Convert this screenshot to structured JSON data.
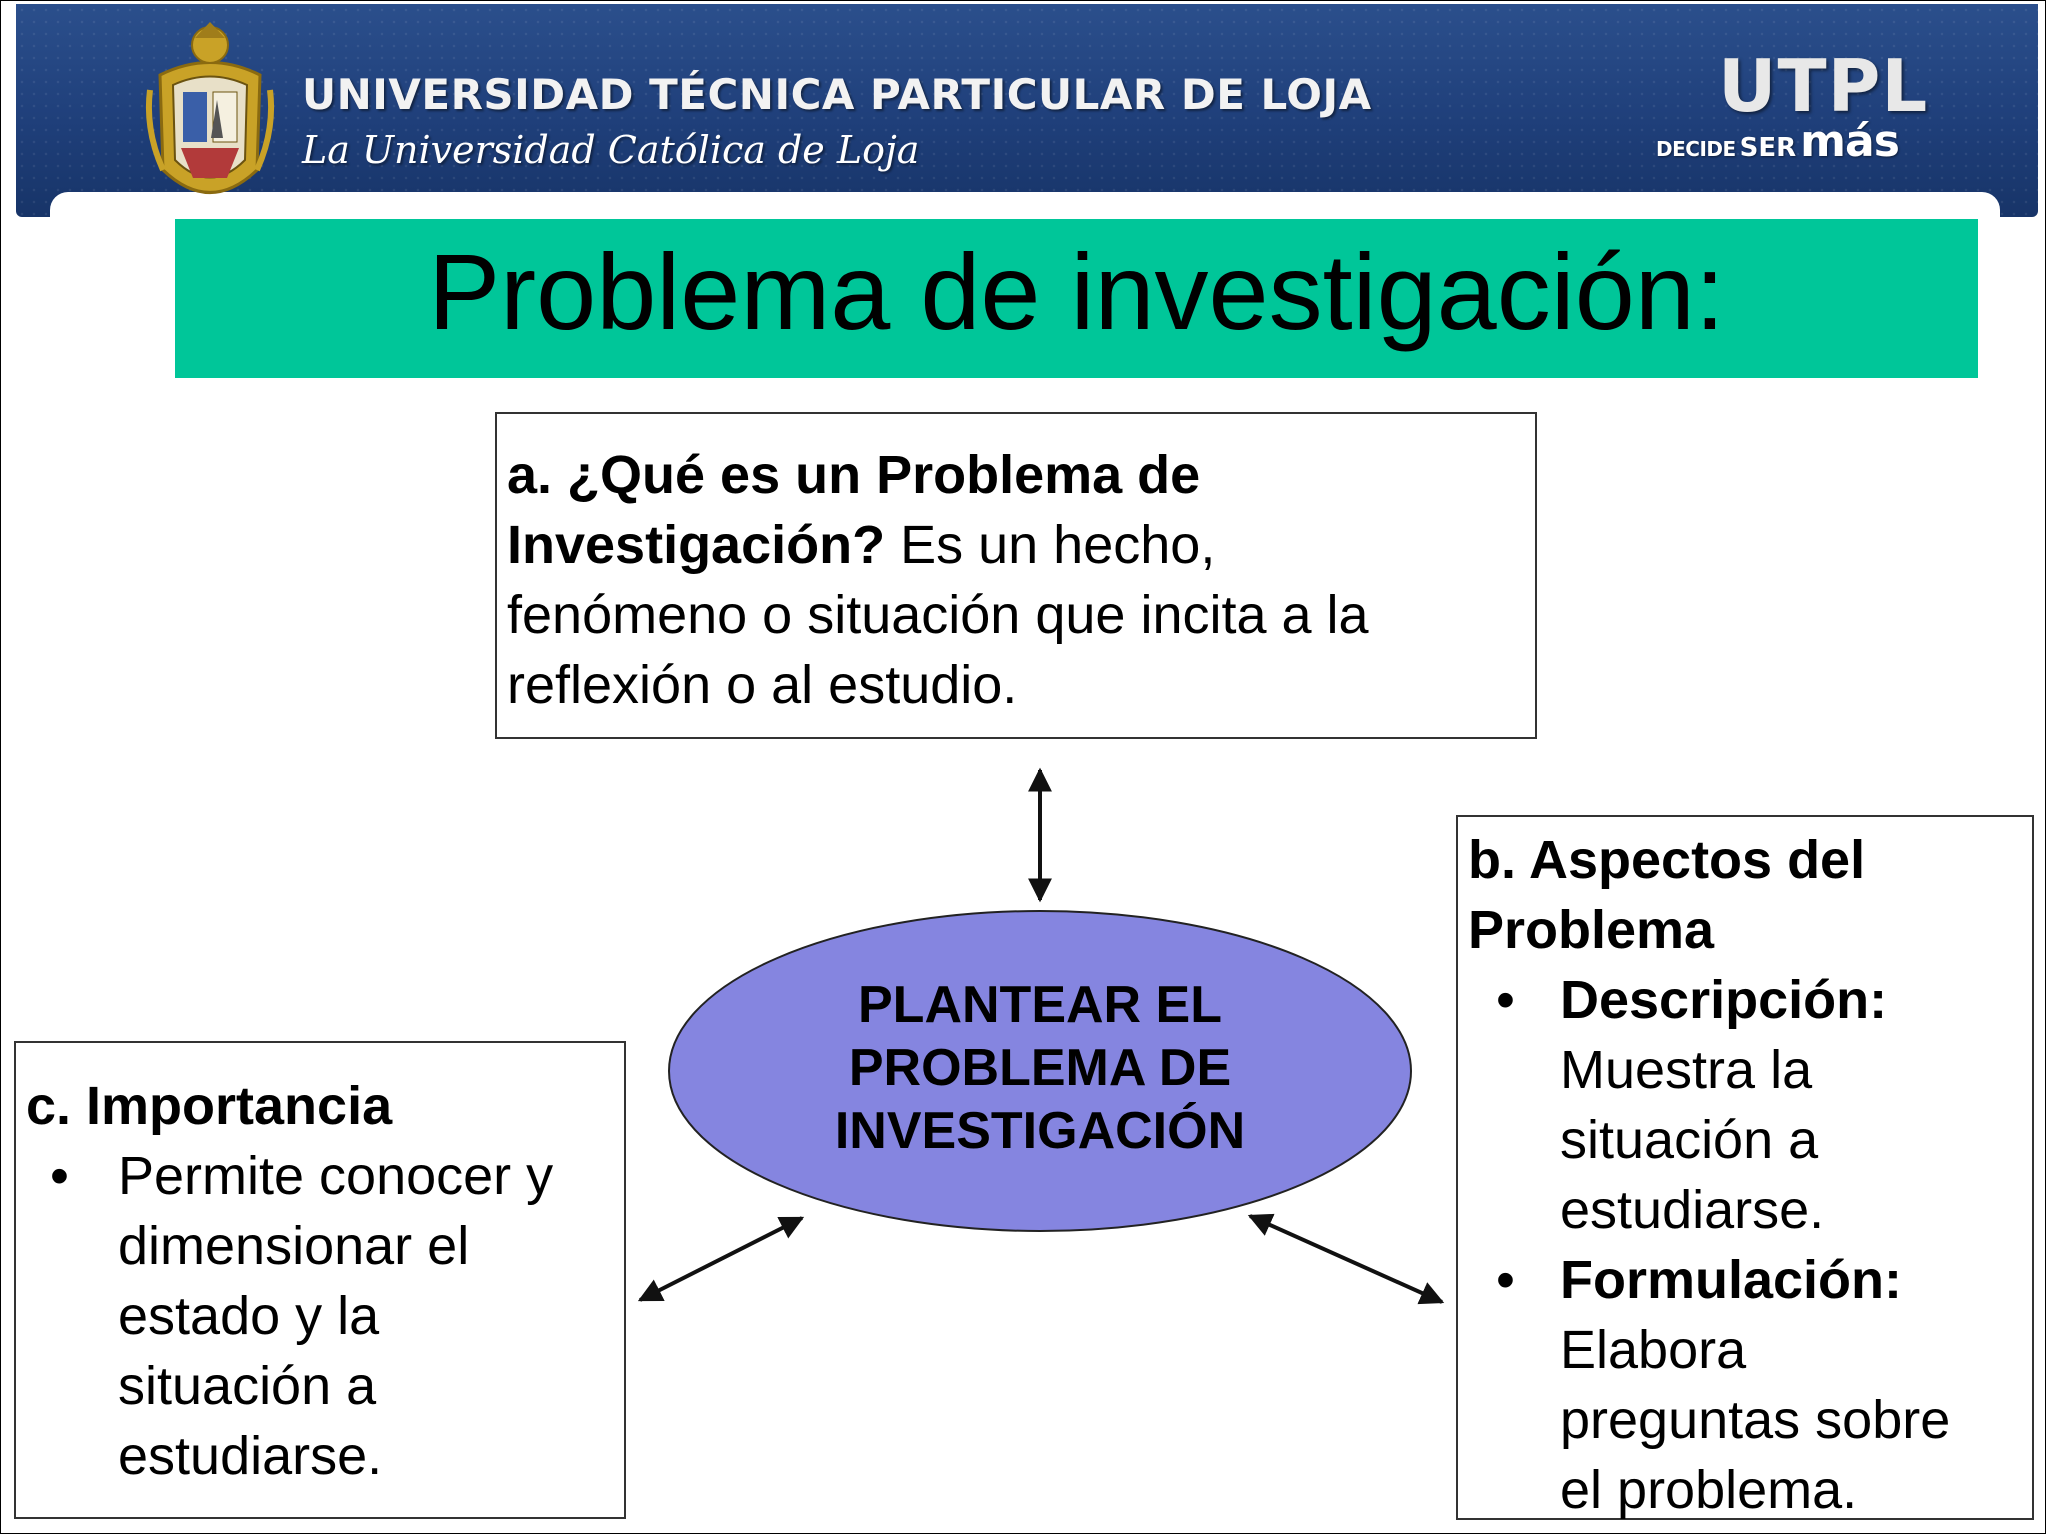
{
  "header": {
    "university_name": "UNIVERSIDAD TÉCNICA PARTICULAR DE LOJA",
    "university_subtitle": "La Universidad Católica de Loja",
    "logo_text": "UTPL",
    "tagline_small": "DECIDE",
    "tagline_mid": "SER",
    "tagline_big": "más",
    "crest_icon": "university-crest-icon"
  },
  "title": "Problema de investigación:",
  "colors": {
    "banner": "#1f3f7a",
    "title_bar": "#00c699",
    "ellipse_fill": "#8585e0"
  },
  "center": {
    "line1": "PLANTEAR EL",
    "line2": "PROBLEMA DE",
    "line3": "INVESTIGACIÓN"
  },
  "box_a": {
    "heading_line1": "a. ¿Qué es un Problema de",
    "heading_line2": "Investigación?",
    "text_line2": " Es un hecho,",
    "text_line3": "fenómeno o situación que incita a la",
    "text_line4": "reflexión o al estudio."
  },
  "box_b": {
    "heading_line1": "b. Aspectos del",
    "heading_line2": "Problema",
    "bullet": "•",
    "items": [
      {
        "label": "Descripción:",
        "lines": [
          "Muestra la",
          "situación a",
          "estudiarse."
        ]
      },
      {
        "label": "Formulación:",
        "lines": [
          "Elabora",
          "preguntas sobre",
          "el problema."
        ]
      }
    ]
  },
  "box_c": {
    "heading": "c. Importancia",
    "bullet": "•",
    "item_lines": [
      "Permite conocer y",
      "dimensionar el",
      "estado y la",
      "situación a",
      "estudiarse."
    ]
  }
}
